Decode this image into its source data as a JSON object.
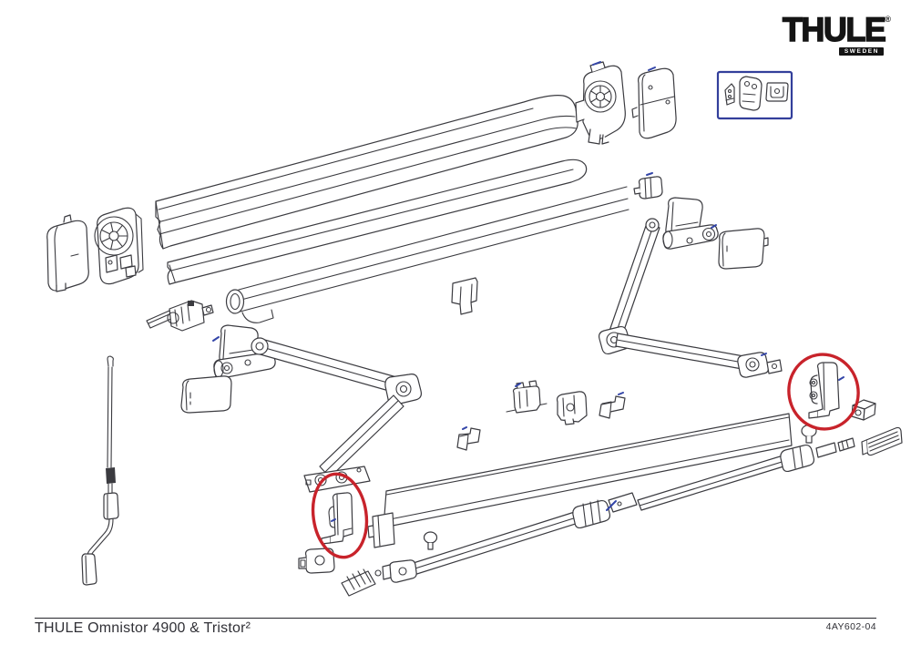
{
  "logo": {
    "text": "THULE",
    "registered_mark": "®",
    "tagline": "SWEDEN"
  },
  "footer": {
    "product_title": "THULE Omnistor 4900 & Tristor²",
    "document_code": "4AY602-04"
  },
  "colors": {
    "line": "#3b3b40",
    "highlight_red": "#c8232b",
    "callout_blue": "#333f9b",
    "accent_blue": "#3345a8",
    "logo_black": "#141414"
  },
  "diagram": {
    "type": "exploded-parts-drawing",
    "assemblies": [
      "case-lid-profile",
      "case-front-profile",
      "fabric-roller",
      "motor-gearbox",
      "case-end-cap-right",
      "left-end-cap-cover",
      "left-gear-motor-unit",
      "winch-spindle",
      "crank-handle",
      "case-clip",
      "left-arm-mount-bracket",
      "left-arm-cover-plate",
      "left-spring-arm",
      "left-foot-hinge",
      "lead-rail-end-slider-left",
      "right-arm-connector",
      "right-arm-mount-bracket",
      "right-arm-cover-plate",
      "right-spring-arm",
      "lead-rail-end-slider-right",
      "end-cap-small",
      "knob-right",
      "front-panel",
      "tension-rafter",
      "rafter-end-fittings-left",
      "knob-left",
      "mounting-clips",
      "rail-segment-right",
      "spare-kit-callout"
    ],
    "highlighted_assemblies": [
      "lead-rail-end-slider-left",
      "lead-rail-end-slider-right"
    ]
  }
}
